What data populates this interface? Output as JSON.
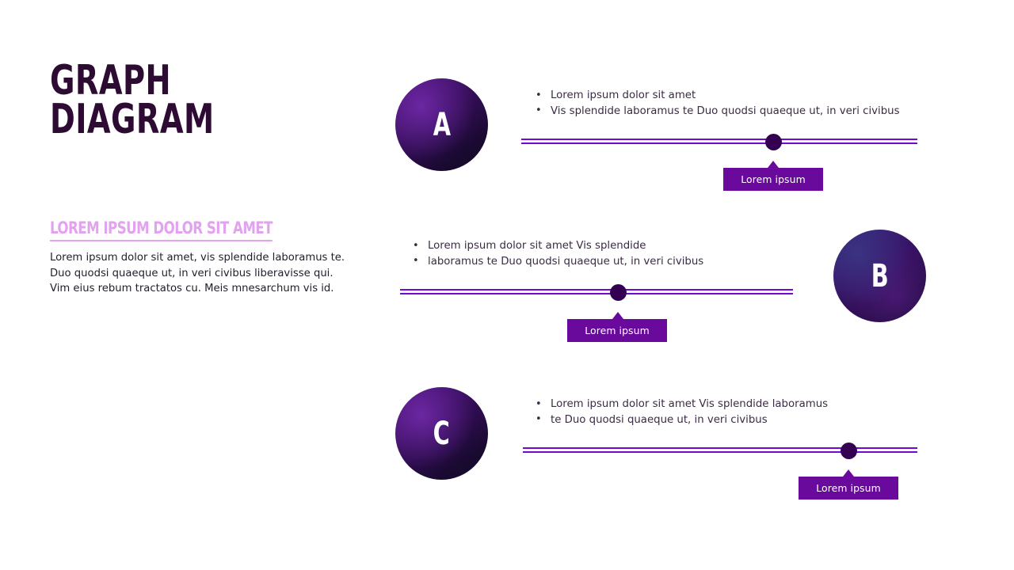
{
  "slide": {
    "title": "GRAPH\nDIAGRAM",
    "background_color": "#ffffff"
  },
  "sidebar": {
    "subtitle": "LOREM IPSUM DOLOR SIT AMET",
    "subtitle_color": "#e3a2ef",
    "body": "Lorem ipsum dolor sit amet, vis splendide laboramus te.\nDuo quodsi quaeque ut, in veri civibus liberavisse qui.\nVim eius rebum tractatos cu. Meis mnesarchum vis id.",
    "body_color": "#231d2b",
    "title_color": "#2d0b33"
  },
  "theme": {
    "accent_line": "#7209cf",
    "knob": "#340052",
    "tooltip_bg": "#6a0a9c",
    "tooltip_text": "#ffffff"
  },
  "rows": [
    {
      "id": "row-a",
      "letter": "A",
      "circle_variant": "variant-a",
      "bullets": [
        "Lorem ipsum dolor sit amet",
        "Vis splendide laboramus te Duo quodsi quaeque ut, in veri civibus"
      ],
      "tooltip_label": "Lorem ipsum"
    },
    {
      "id": "row-b",
      "letter": "B",
      "circle_variant": "variant-b",
      "bullets": [
        "Lorem ipsum dolor sit amet Vis splendide",
        "laboramus te Duo quodsi quaeque ut, in veri civibus"
      ],
      "tooltip_label": "Lorem ipsum"
    },
    {
      "id": "row-c",
      "letter": "C",
      "circle_variant": "variant-a",
      "bullets": [
        "Lorem ipsum dolor sit amet Vis splendide laboramus",
        "te Duo quodsi quaeque ut, in veri civibus"
      ],
      "tooltip_label": "Lorem ipsum"
    }
  ]
}
